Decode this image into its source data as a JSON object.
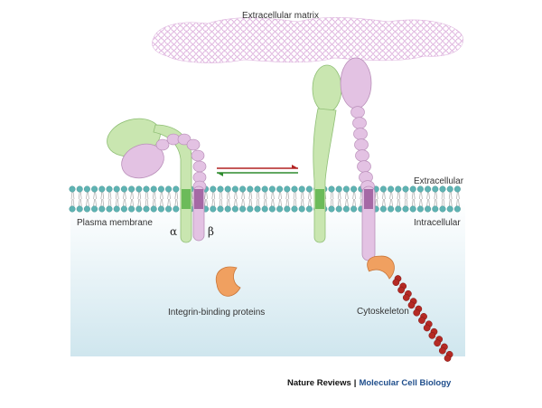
{
  "labels": {
    "ecm": "Extracellular matrix",
    "extracellular": "Extracellular",
    "intracellular": "Intracellular",
    "plasma_membrane": "Plasma membrane",
    "alpha": "α",
    "beta": "β",
    "binding_proteins": "Integrin-binding proteins",
    "cytoskeleton": "Cytoskeleton"
  },
  "footer": {
    "journal": "Nature Reviews",
    "separator": "|",
    "section": "Molecular Cell Biology"
  },
  "colors": {
    "alpha_subunit": "#c9e6b0",
    "beta_subunit": "#e3c2e3",
    "ecm_mesh": "#d9a6d9",
    "lipid_head": "#5fb3b3",
    "lipid_tail": "#a9a9a9",
    "cytoplasm_top": "#ffffff",
    "cytoplasm_bottom": "#cfe6ee",
    "adaptor_protein": "#f0a060",
    "actin": "#b52a24",
    "arrow_forward": "#b22222",
    "arrow_reverse": "#2e8b2e",
    "footer_accent": "#1f4e8c"
  }
}
